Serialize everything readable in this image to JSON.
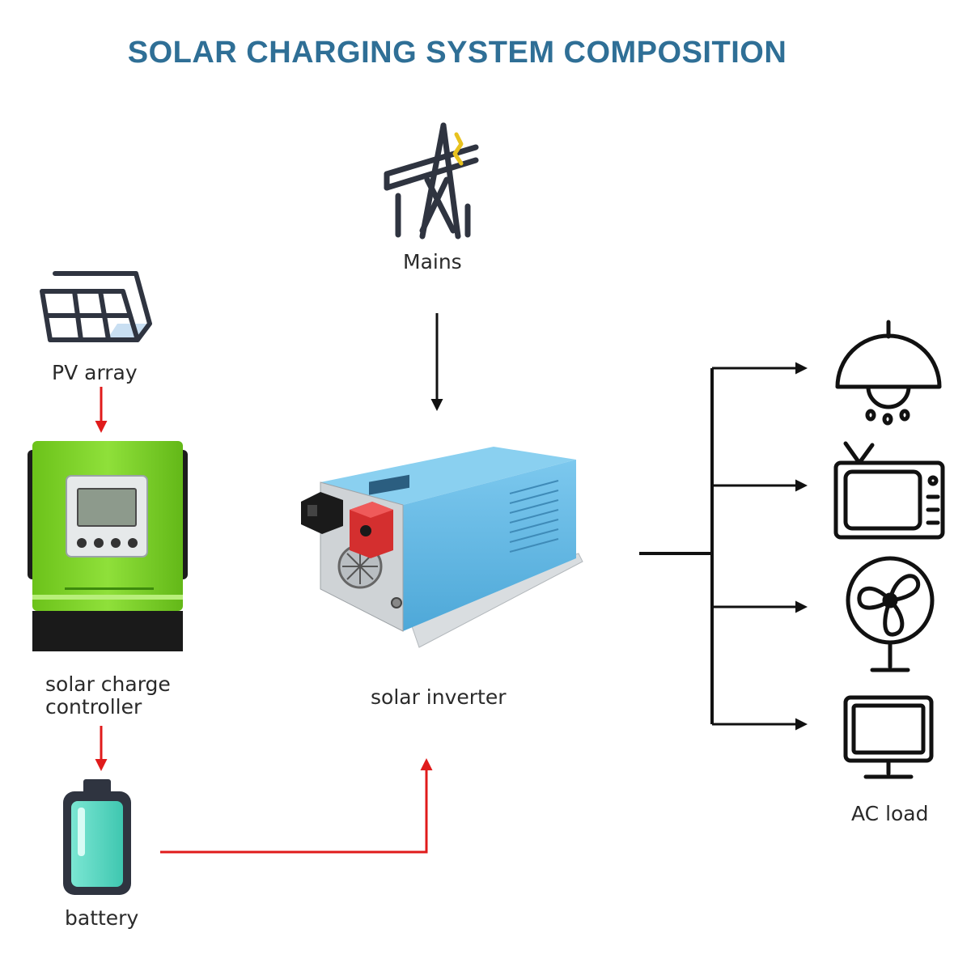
{
  "title": "SOLAR CHARGING SYSTEM COMPOSITION",
  "nodes": {
    "mains": {
      "label": "Mains",
      "icon": "transmission-tower-icon"
    },
    "pv_array": {
      "label": "PV array",
      "icon": "solar-panel-icon"
    },
    "charge_controller": {
      "label_line1": "solar charge",
      "label_line2": "controller",
      "image": "mppt-charge-controller"
    },
    "battery": {
      "label": "battery",
      "icon": "battery-icon"
    },
    "inverter": {
      "label": "solar inverter",
      "image": "solar-inverter-unit"
    },
    "ac_load": {
      "label": "AC load",
      "icons": [
        "ceiling-lamp-icon",
        "television-icon",
        "desk-fan-icon",
        "monitor-icon"
      ]
    }
  },
  "colors": {
    "title": "#2f6f96",
    "dc_flow_arrow": "#e01b1b",
    "ac_flow_arrow": "#111111",
    "controller_body": "#7ed321",
    "inverter_body": "#5fb6e0",
    "battery_fill": "#4fd6c0"
  }
}
